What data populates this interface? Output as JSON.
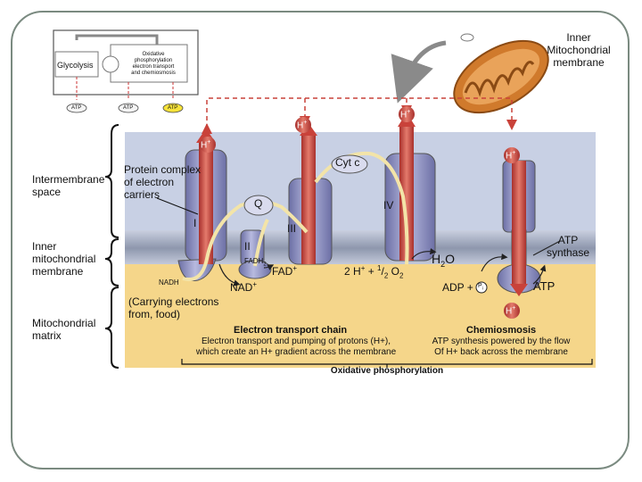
{
  "inset": {
    "glycolysis": "Glycolysis",
    "oxphos": [
      "Oxidative",
      "phosphorylation",
      "electron transport",
      "and chemiosmosis"
    ],
    "atp1": "ATP",
    "atp2": "ATP",
    "atp3": "ATP"
  },
  "labels": {
    "inner_membrane_title": [
      "Inner",
      "Mitochondrial",
      "membrane"
    ],
    "intermembrane_space": [
      "Intermembrane",
      "space"
    ],
    "inner_membrane": [
      "Inner",
      "mitochondrial",
      "membrane"
    ],
    "matrix": [
      "Mitochondrial",
      "matrix"
    ],
    "protein_complex": [
      "Protein complex",
      "of electron",
      "carriers"
    ],
    "complex_I": "I",
    "complex_II": "II",
    "complex_III": "III",
    "complex_IV": "IV",
    "Q": "Q",
    "cyt_c": "Cyt c",
    "atp_synthase": [
      "ATP",
      "synthase"
    ],
    "fadh2": "FADH",
    "fadh2_sub": "2",
    "fad": "FAD",
    "nadh": "NADH",
    "nad": "NAD",
    "water_eq": "2 H",
    "water_eq_rest": " + ",
    "half": "1",
    "half_den": "2",
    "o2": " O",
    "o2_sub": "2",
    "h2o": "H",
    "h2o_sub": "2",
    "h2o_o": "O",
    "adp": "ADP +",
    "pi": "P",
    "pi_sub": "i",
    "atp": "ATP",
    "carrying": [
      "(Carrying electrons",
      "from, food)"
    ],
    "h_plus": "H",
    "plus": "+"
  },
  "captions": {
    "etc_title": "Electron transport chain",
    "etc_desc": [
      "Electron transport and pumping of protons (H+),",
      "which create an H+ gradient across the membrane"
    ],
    "chemi_title": "Chemiosmosis",
    "chemi_desc": [
      "ATP synthesis powered by the flow",
      "Of H+ back across the membrane"
    ],
    "oxphos": "Oxidative phosphorylation"
  },
  "colors": {
    "space_bg": "#c8d0e4",
    "membrane": "#9aa4b8",
    "matrix_bg": "#f5d68a",
    "protein": "#8f93c2",
    "proton": "#c9423a",
    "electron": "#f3e4a8"
  }
}
